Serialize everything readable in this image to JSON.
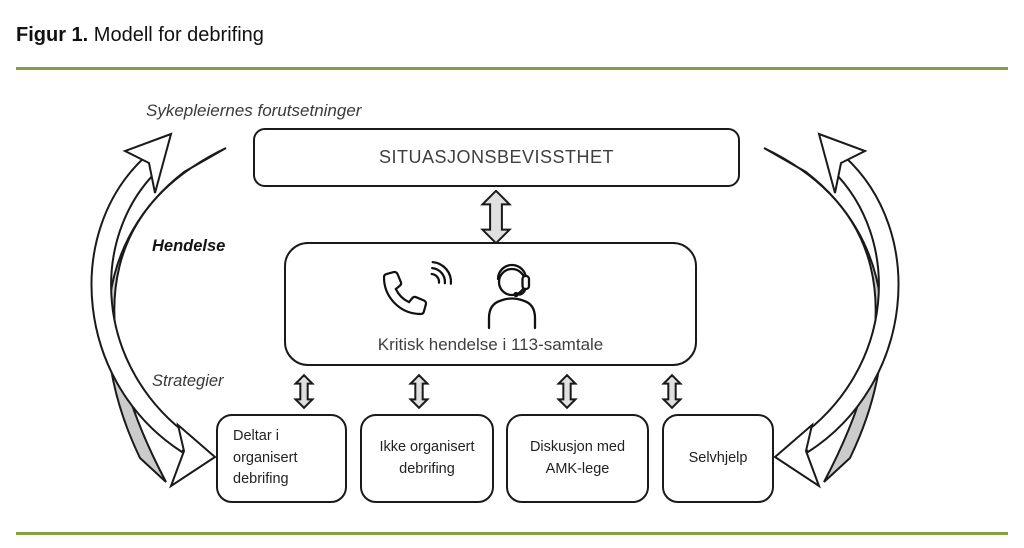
{
  "header": {
    "figure_label": "Figur 1.",
    "figure_title": "Modell for debrifing"
  },
  "diagram": {
    "precondition_label": "Sykepleiernes forutsetninger",
    "event_label": "Hendelse",
    "strategies_label": "Strategier",
    "situational_awareness_box": "SITUASJONSBEVISSTHET",
    "critical_event_box": "Kritisk hendelse i 113-samtale",
    "strategy_boxes": [
      "Deltar i\norganisert\ndebrifing",
      "Ikke organisert\ndebrifing",
      "Diskusjon med\nAMK-lege",
      "Selvhjelp"
    ],
    "icons": [
      "ringing-phone-icon",
      "operator-headset-icon"
    ],
    "colors": {
      "accent_line": "#82a03e",
      "arrow_fill": "#e0e0e0",
      "swoosh_fill": "#cbcbcb",
      "outline": "#1a1a1a"
    }
  }
}
